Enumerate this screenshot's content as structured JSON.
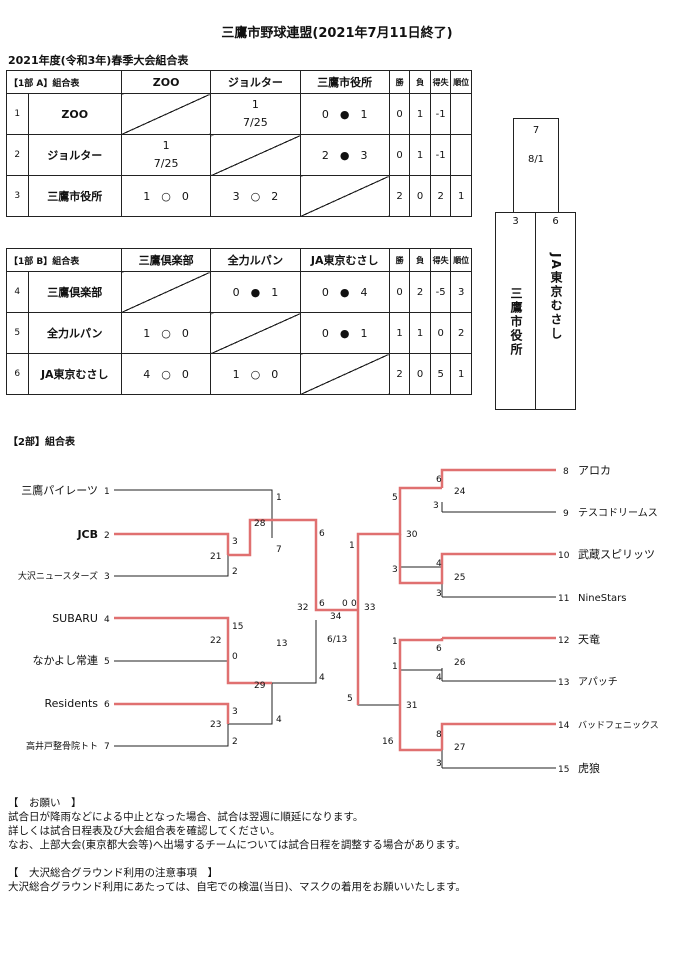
{
  "title": "三鷹市野球連盟(2021年7月11日終了)",
  "subtitle": "2021年度(令和3年)春季大会組合表",
  "groupA": {
    "label": "【1部 A】組合表",
    "cols": [
      "ZOO",
      "ジョルター",
      "三鷹市役所"
    ],
    "stat_headers": [
      "勝",
      "負",
      "得失",
      "順位"
    ],
    "rows": [
      {
        "no": "1",
        "team": "ZOO",
        "cells": [
          "",
          "1\n7/25",
          "0　●　1"
        ],
        "stats": [
          "0",
          "1",
          "-1",
          ""
        ]
      },
      {
        "no": "2",
        "team": "ジョルター",
        "cells": [
          "1\n7/25",
          "",
          "2　●　3"
        ],
        "stats": [
          "0",
          "1",
          "-1",
          ""
        ]
      },
      {
        "no": "3",
        "team": "三鷹市役所",
        "cells": [
          "1　○　0",
          "3　○　2",
          ""
        ],
        "stats": [
          "2",
          "0",
          "2",
          "1"
        ]
      }
    ]
  },
  "groupB": {
    "label": "【1部 B】組合表",
    "cols": [
      "三鷹倶楽部",
      "全力ルパン",
      "JA東京むさし"
    ],
    "stat_headers": [
      "勝",
      "負",
      "得失",
      "順位"
    ],
    "rows": [
      {
        "no": "4",
        "team": "三鷹倶楽部",
        "cells": [
          "",
          "0　●　1",
          "0　●　4"
        ],
        "stats": [
          "0",
          "2",
          "-5",
          "3"
        ]
      },
      {
        "no": "5",
        "team": "全力ルパン",
        "cells": [
          "1　○　0",
          "",
          "0　●　1"
        ],
        "stats": [
          "1",
          "1",
          "0",
          "2"
        ]
      },
      {
        "no": "6",
        "team": "JA東京むさし",
        "cells": [
          "4　○　0",
          "1　○　0",
          ""
        ],
        "stats": [
          "2",
          "0",
          "5",
          "1"
        ]
      }
    ]
  },
  "final1": {
    "game": "7",
    "date": "8/1",
    "left_no": "3",
    "right_no": "6",
    "left_team": "三鷹市役所",
    "right_team": "JA東京むさし"
  },
  "section2_label": "【2部】組合表",
  "bracket": {
    "left_teams": [
      {
        "name": "三鷹パイレーツ",
        "no": "1"
      },
      {
        "name": "JCB",
        "no": "2"
      },
      {
        "name": "大沢ニュースターズ",
        "no": "3"
      },
      {
        "name": "SUBARU",
        "no": "4"
      },
      {
        "name": "なかよし常連",
        "no": "5"
      },
      {
        "name": "Residents",
        "no": "6"
      },
      {
        "name": "高井戸整骨院トト",
        "no": "7"
      }
    ],
    "right_teams": [
      {
        "name": "アロカ",
        "no": "8"
      },
      {
        "name": "テスコドリームス",
        "no": "9"
      },
      {
        "name": "武蔵スピリッツ",
        "no": "10"
      },
      {
        "name": "NineStars",
        "no": "11"
      },
      {
        "name": "天竜",
        "no": "12"
      },
      {
        "name": "アパッチ",
        "no": "13"
      },
      {
        "name": "バッドフェニックス",
        "no": "14"
      },
      {
        "name": "虎狼",
        "no": "15"
      }
    ],
    "game_labels": [
      "21",
      "22",
      "23",
      "28",
      "29",
      "32",
      "34",
      "6/13",
      "33",
      "30",
      "31",
      "24",
      "25",
      "26",
      "27"
    ],
    "scores": [
      "3",
      "2",
      "15",
      "0",
      "3",
      "2",
      "1",
      "7",
      "13",
      "4",
      "6",
      "4",
      "6",
      "0",
      "0",
      "3",
      "1",
      "5",
      "16",
      "5",
      "1",
      "3",
      "4",
      "3",
      "6",
      "4",
      "8",
      "3",
      "6",
      "1"
    ]
  },
  "notes": {
    "h1": "【　お願い　】",
    "l1": "試合日が降雨などによる中止となった場合、試合は翌週に順延になります。",
    "l2": "詳しくは試合日程表及び大会組合表を確認してください。",
    "l3": "なお、上部大会(東京都大会等)へ出場するチームについては試合日程を調整する場合があります。",
    "h2": "【　大沢総合グラウンド利用の注意事項　】",
    "l4": "大沢総合グラウンド利用にあたっては、自宅での検温(当日)、マスクの着用をお願いいたします。"
  },
  "colors": {
    "winner_line": "#e07070",
    "line": "#222222"
  }
}
